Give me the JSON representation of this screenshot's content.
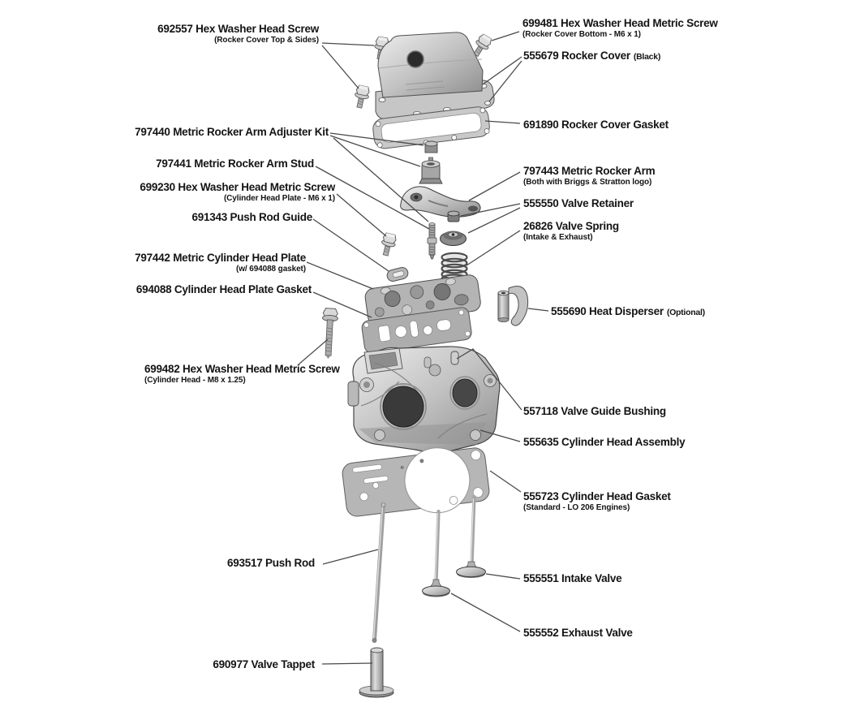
{
  "diagram": {
    "name": "engine-cylinder-head-exploded-parts-diagram",
    "background": "#ffffff",
    "label_text_color": "#141414",
    "leader_line_color": "#4a4a4a"
  },
  "labels": {
    "l692557": {
      "text": "692557 Hex Washer Head Screw",
      "sub": "(Rocker Cover Top & Sides)"
    },
    "l699481": {
      "text": "699481 Hex Washer Head Metric Screw",
      "sub": "(Rocker Cover Bottom - M6 x 1)"
    },
    "l555679": {
      "text": "555679 Rocker Cover",
      "suffix": "(Black)"
    },
    "l691890": {
      "text": "691890 Rocker Cover Gasket"
    },
    "l797440": {
      "text": "797440 Metric Rocker Arm Adjuster Kit"
    },
    "l797441": {
      "text": "797441 Metric Rocker Arm Stud"
    },
    "l699230": {
      "text": "699230 Hex Washer Head Metric Screw",
      "sub": "(Cylinder Head Plate - M6 x 1)"
    },
    "l691343": {
      "text": "691343 Push Rod Guide"
    },
    "l797442": {
      "text": "797442 Metric Cylinder Head Plate",
      "sub": "(w/ 694088 gasket)"
    },
    "l694088": {
      "text": "694088 Cylinder Head Plate Gasket"
    },
    "l797443": {
      "text": "797443 Metric Rocker Arm",
      "sub": "(Both with Briggs & Stratton logo)"
    },
    "l555550": {
      "text": "555550 Valve Retainer"
    },
    "l26826": {
      "text": "26826 Valve Spring",
      "sub": "(Intake & Exhaust)"
    },
    "l555690": {
      "text": "555690 Heat Disperser",
      "suffix": "(Optional)"
    },
    "l699482": {
      "text": "699482 Hex Washer Head Metric Screw",
      "sub": "(Cylinder Head - M8 x 1.25)"
    },
    "l557118": {
      "text": "557118 Valve Guide Bushing"
    },
    "l555635": {
      "text": "555635 Cylinder Head Assembly"
    },
    "l555723": {
      "text": "555723 Cylinder Head Gasket",
      "sub": "(Standard - LO 206 Engines)"
    },
    "l693517": {
      "text": "693517 Push Rod"
    },
    "l555551": {
      "text": "555551 Intake Valve"
    },
    "l555552": {
      "text": "555552 Exhaust Valve"
    },
    "l690977": {
      "text": "690977 Valve Tappet"
    }
  }
}
